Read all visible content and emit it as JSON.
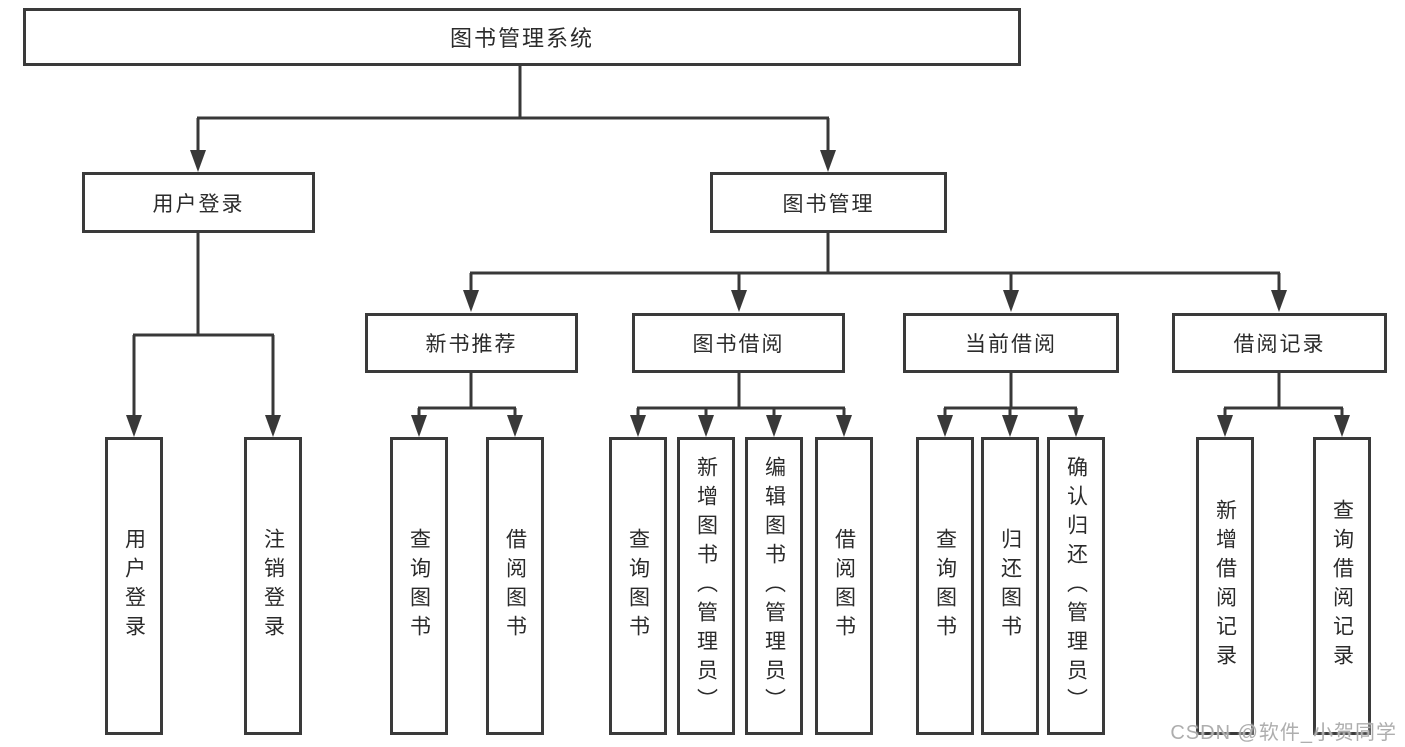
{
  "tree": {
    "root": {
      "label": "图书管理系统",
      "children": [
        {
          "label": "用户登录",
          "children": [
            {
              "label": "用户登录"
            },
            {
              "label": "注销登录"
            }
          ]
        },
        {
          "label": "图书管理",
          "children": [
            {
              "label": "新书推荐",
              "children": [
                {
                  "label": "查询图书"
                },
                {
                  "label": "借阅图书"
                }
              ]
            },
            {
              "label": "图书借阅",
              "children": [
                {
                  "label": "查询图书"
                },
                {
                  "label": "新增图书（管理员）"
                },
                {
                  "label": "编辑图书（管理员）"
                },
                {
                  "label": "借阅图书"
                }
              ]
            },
            {
              "label": "当前借阅",
              "children": [
                {
                  "label": "查询图书"
                },
                {
                  "label": "归还图书"
                },
                {
                  "label": "确认归还（管理员）"
                }
              ]
            },
            {
              "label": "借阅记录",
              "children": [
                {
                  "label": "新增借阅记录"
                },
                {
                  "label": "查询借阅记录"
                }
              ]
            }
          ]
        }
      ]
    }
  },
  "watermark": {
    "text": "CSDN @软件_小贺同学"
  },
  "colors": {
    "line": "#383838",
    "box_border": "#3a3a3a",
    "text": "#2b2b2b",
    "watermark": "#aeaeae",
    "background": "#ffffff"
  }
}
